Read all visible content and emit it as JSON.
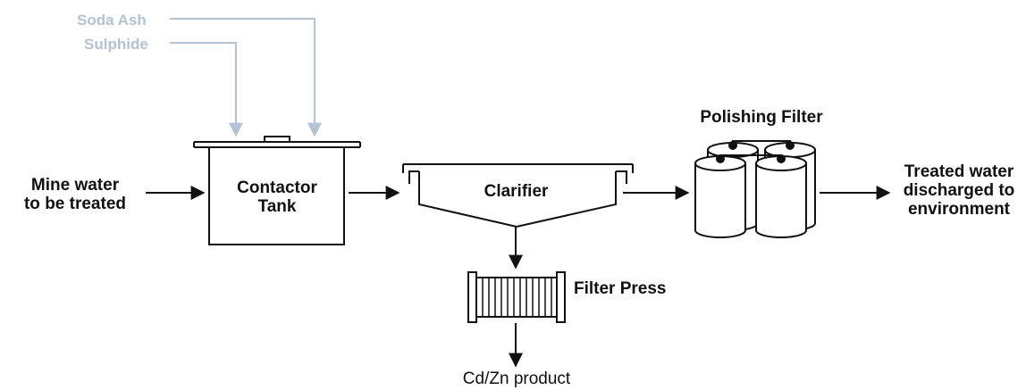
{
  "reagents": {
    "soda_ash": "Soda Ash",
    "sulphide": "Sulphide"
  },
  "input": {
    "line1": "Mine water",
    "line2": "to be treated"
  },
  "contactor_tank": {
    "line1": "Contactor",
    "line2": "Tank"
  },
  "clarifier": "Clarifier",
  "filter_press": "Filter Press",
  "product": "Cd/Zn product",
  "polishing_filter": "Polishing Filter",
  "output": {
    "line1": "Treated water",
    "line2": "discharged to",
    "line3": "environment"
  },
  "colors": {
    "reagent": "#b3c3d4",
    "line": "#111111"
  }
}
